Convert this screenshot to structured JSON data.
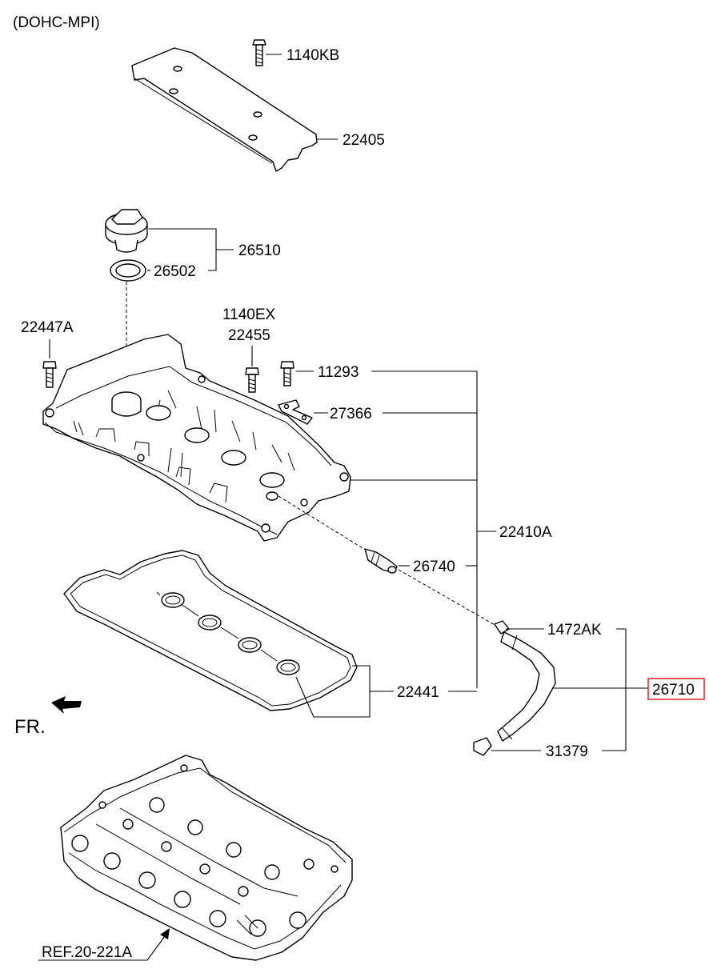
{
  "header": {
    "variant": "(DOHC-MPI)"
  },
  "parts": [
    {
      "number": "1140KB"
    },
    {
      "number": "22405"
    },
    {
      "number": "26510"
    },
    {
      "number": "26502"
    },
    {
      "number": "1140EX"
    },
    {
      "number": "22455"
    },
    {
      "number": "22447A"
    },
    {
      "number": "11293"
    },
    {
      "number": "27366"
    },
    {
      "number": "22410A"
    },
    {
      "number": "26740"
    },
    {
      "number": "1472AK"
    },
    {
      "number": "26710",
      "highlighted": true
    },
    {
      "number": "22441"
    },
    {
      "number": "31379"
    }
  ],
  "direction": {
    "label": "FR."
  },
  "reference": {
    "label": "REF.20-221A"
  },
  "colors": {
    "line": "#000000",
    "highlight": "#e53030",
    "background": "#ffffff"
  }
}
